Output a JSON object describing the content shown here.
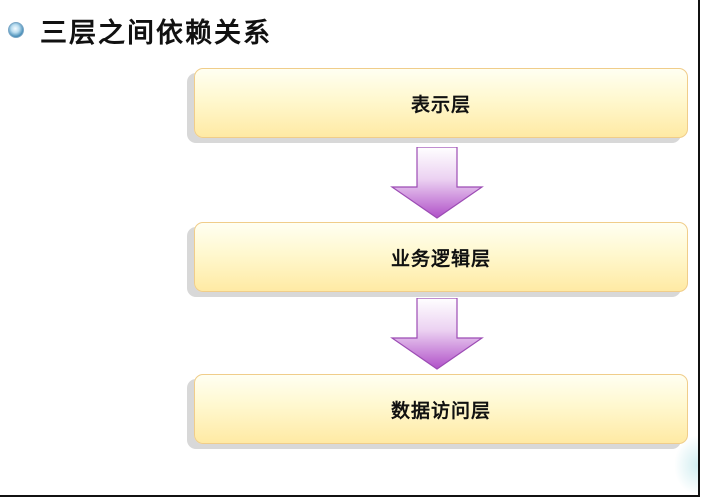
{
  "slide": {
    "title": "三层之间依赖关系"
  },
  "layers": [
    {
      "label": "表示层"
    },
    {
      "label": "业务逻辑层"
    },
    {
      "label": "数据访问层"
    }
  ],
  "colors": {
    "box_border": "#f0cd8a",
    "box_fill_top": "#fffff2",
    "box_fill_bottom": "#ffeaa4",
    "arrow_top": "#ffffff",
    "arrow_bottom": "#b050c8",
    "bullet": "#4a8fb8"
  },
  "icons": {
    "bullet": "round-bullet-icon",
    "arrow": "down-arrow-icon"
  }
}
